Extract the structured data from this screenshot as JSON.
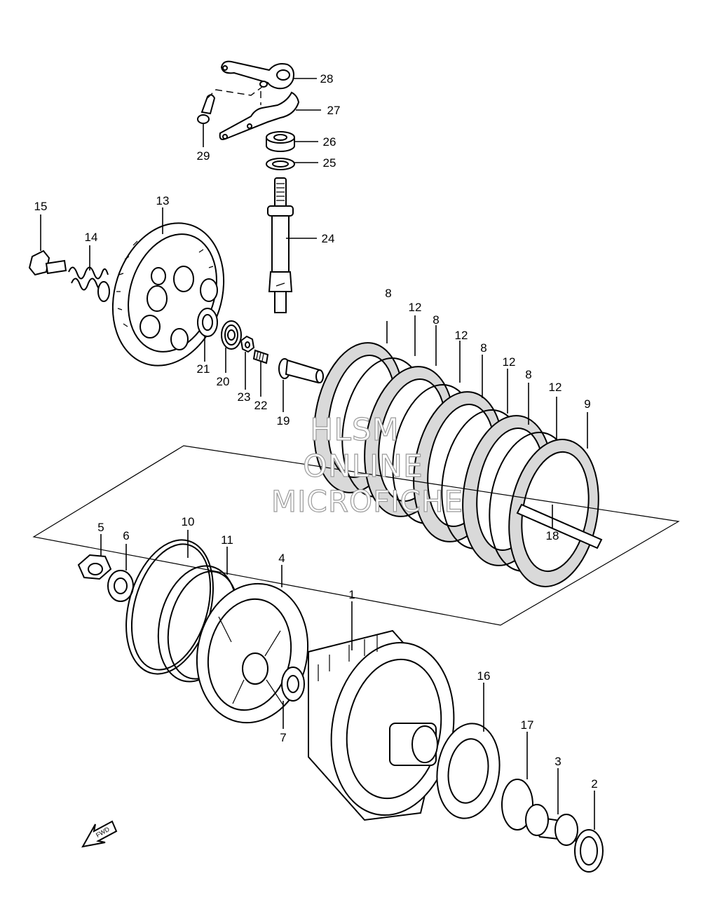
{
  "callouts": [
    {
      "label": "28"
    },
    {
      "label": "27"
    },
    {
      "label": "26"
    },
    {
      "label": "25"
    },
    {
      "label": "24"
    },
    {
      "label": "29"
    },
    {
      "label": "15"
    },
    {
      "label": "14"
    },
    {
      "label": "13"
    },
    {
      "label": "21"
    },
    {
      "label": "20"
    },
    {
      "label": "23"
    },
    {
      "label": "22"
    },
    {
      "label": "19"
    },
    {
      "label": "8"
    },
    {
      "label": "12"
    },
    {
      "label": "8"
    },
    {
      "label": "12"
    },
    {
      "label": "8"
    },
    {
      "label": "12"
    },
    {
      "label": "8"
    },
    {
      "label": "12"
    },
    {
      "label": "9"
    },
    {
      "label": "18"
    },
    {
      "label": "5"
    },
    {
      "label": "6"
    },
    {
      "label": "10"
    },
    {
      "label": "11"
    },
    {
      "label": "4"
    },
    {
      "label": "7"
    },
    {
      "label": "1"
    },
    {
      "label": "16"
    },
    {
      "label": "17"
    },
    {
      "label": "3"
    },
    {
      "label": "2"
    }
  ],
  "watermark": {
    "line1": "HLSM",
    "line2": "ONLINE",
    "line3": "MICROFICHE"
  },
  "fwd_label": "FWD",
  "colors": {
    "line": "#000000",
    "background": "#ffffff",
    "watermark_outline": "#9a9a9a"
  }
}
